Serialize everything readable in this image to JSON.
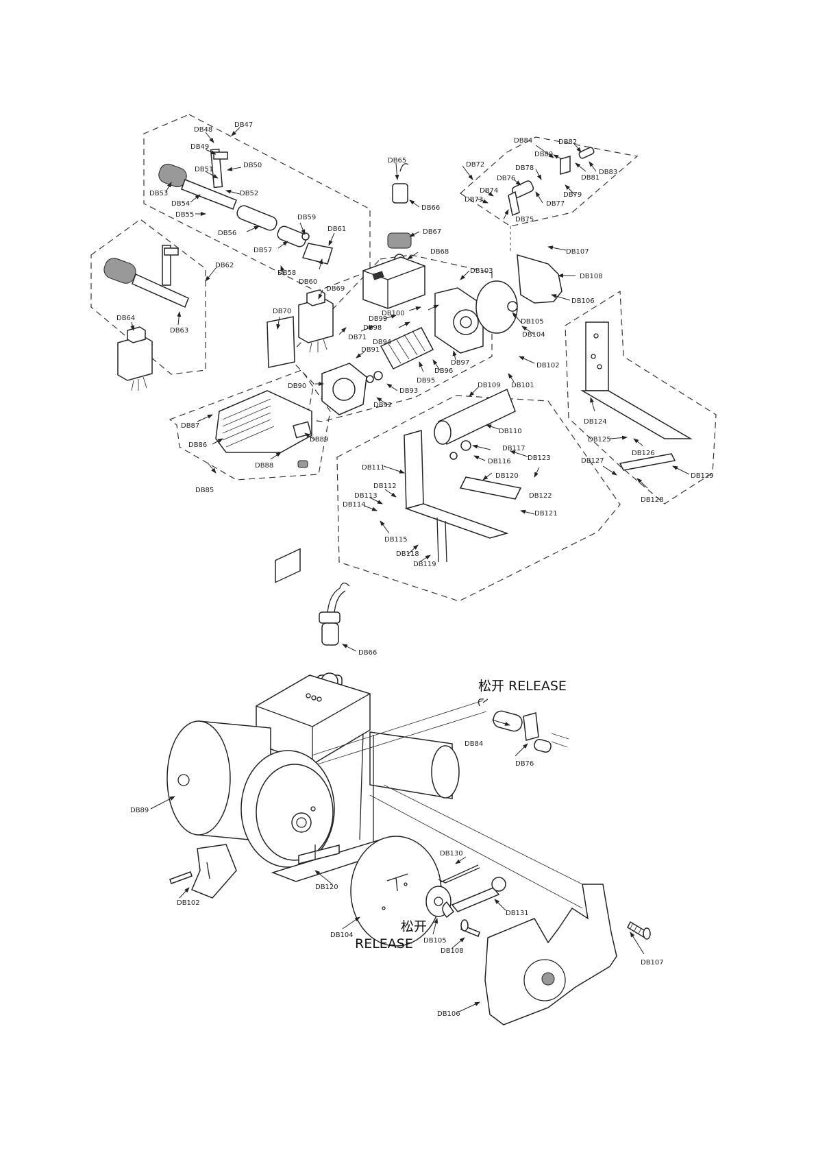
{
  "labels": [
    "DB47",
    "DB48",
    "DB49",
    "DB50",
    "DB51",
    "DB52",
    "DB53",
    "DB54",
    "DB55",
    "DB56",
    "DB57",
    "DB58",
    "DB59",
    "DB60",
    "DB61",
    "DB62",
    "DB63",
    "DB64",
    "DB65",
    "DB66",
    "DB67",
    "DB68",
    "DB69",
    "DB70",
    "DB71",
    "DB72",
    "DB73",
    "DB74",
    "DB75",
    "DB76",
    "DB77",
    "DB78",
    "DB79",
    "DB80",
    "DB81",
    "DB82",
    "DB83",
    "DB84",
    "DB85",
    "DB86",
    "DB87",
    "DB88",
    "DB89",
    "DB90",
    "DB91",
    "DB92",
    "DB93",
    "DB94",
    "DB95",
    "DB96",
    "DB97",
    "DB98",
    "DB99",
    "DB100",
    "DB101",
    "DB102",
    "DB103",
    "DB104",
    "DB105",
    "DB106",
    "DB107",
    "DB108",
    "DB109",
    "DB110",
    "DB111",
    "DB112",
    "DB113",
    "DB114",
    "DB115",
    "DB116",
    "DB117",
    "DB118",
    "DB119",
    "DB120",
    "DB121",
    "DB122",
    "DB123",
    "DB124",
    "DB125",
    "DB126",
    "DB127",
    "DB128",
    "DB129"
  ],
  "assembly_labels": {
    "cable": "DB66",
    "release_top": "松开  RELEASE",
    "latch": "DB84",
    "latch_bracket": "DB76",
    "motor": "DB89",
    "guard_clip": "DB102",
    "bracket": "DB120",
    "wheel": "DB104",
    "hex_key": "DB130",
    "wrench": "DB131",
    "release_cn": "松开",
    "release_en": "RELEASE",
    "flange": "DB105",
    "screw_small": "DB108",
    "screw_long": "DB107",
    "cover": "DB106"
  }
}
